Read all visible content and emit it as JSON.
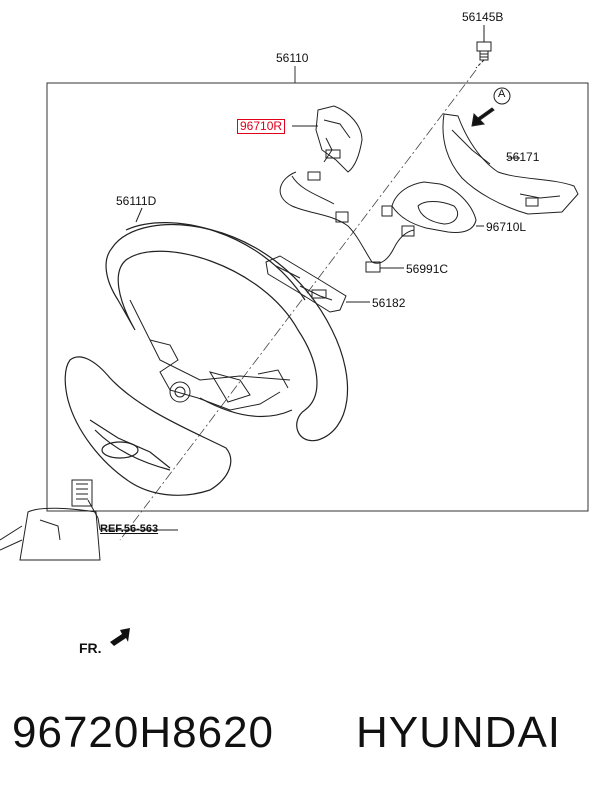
{
  "diagram": {
    "callouts": {
      "bolt": "56145B",
      "assembly": "56110",
      "switch_right": "96710R",
      "view_marker": "A",
      "cover": "56171",
      "wheel": "56111D",
      "switch_left": "96710L",
      "harness": "56991C",
      "clock_spring": "56182",
      "column_ref": "REF.56-563",
      "front": "FR."
    },
    "highlight_color": "#e0001b",
    "line_color": "#222222"
  },
  "footer": {
    "part_number": "96720H8620",
    "brand": "HYUNDAI"
  }
}
